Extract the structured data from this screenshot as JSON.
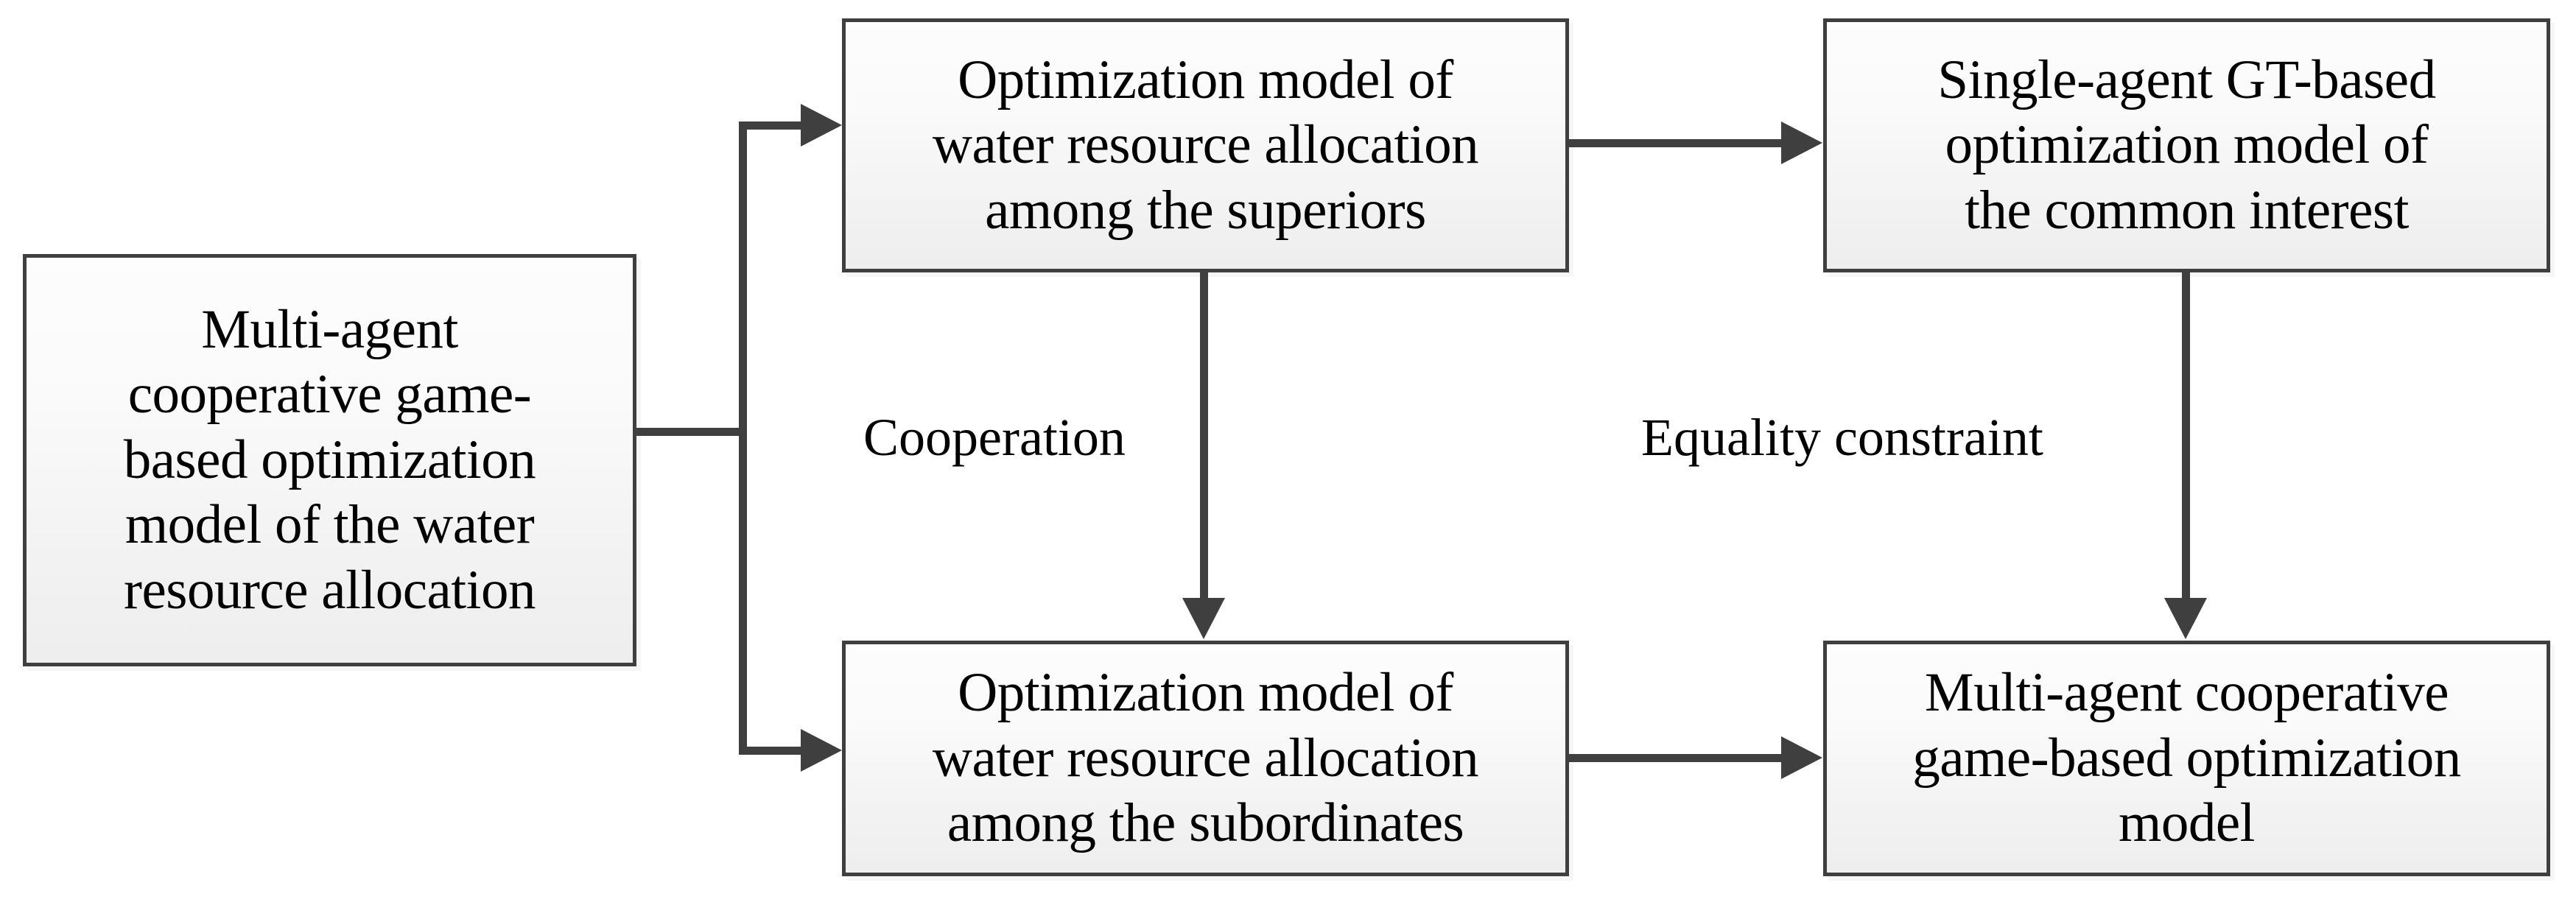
{
  "diagram": {
    "type": "flowchart",
    "nodes": [
      {
        "id": "root",
        "label": "Multi-agent\ncooperative game-\nbased optimization\nmodel of the water\nresource allocation"
      },
      {
        "id": "superiors",
        "label": "Optimization model of\nwater resource allocation\namong the superiors"
      },
      {
        "id": "common",
        "label": "Single-agent GT-based\noptimization model of\nthe common interest"
      },
      {
        "id": "subordinates",
        "label": "Optimization model of\nwater resource allocation\namong the subordinates"
      },
      {
        "id": "final",
        "label": "Multi-agent cooperative\ngame-based optimization\nmodel"
      }
    ],
    "edge_labels": {
      "cooperation": "Cooperation",
      "equality_constraint": "Equality constraint"
    },
    "edges": [
      {
        "from": "root",
        "to": "superiors",
        "label": ""
      },
      {
        "from": "root",
        "to": "subordinates",
        "label": ""
      },
      {
        "from": "superiors",
        "to": "common",
        "label": ""
      },
      {
        "from": "superiors",
        "to": "subordinates",
        "label": "Cooperation"
      },
      {
        "from": "subordinates",
        "to": "final",
        "label": ""
      },
      {
        "from": "common",
        "to": "final",
        "label": "Equality constraint"
      }
    ],
    "colors": {
      "stroke": "#3f3f3f",
      "box_fill_top": "#fdfdfd",
      "box_fill_bottom": "#eeeeee",
      "text": "#000000",
      "background": "#ffffff"
    }
  }
}
